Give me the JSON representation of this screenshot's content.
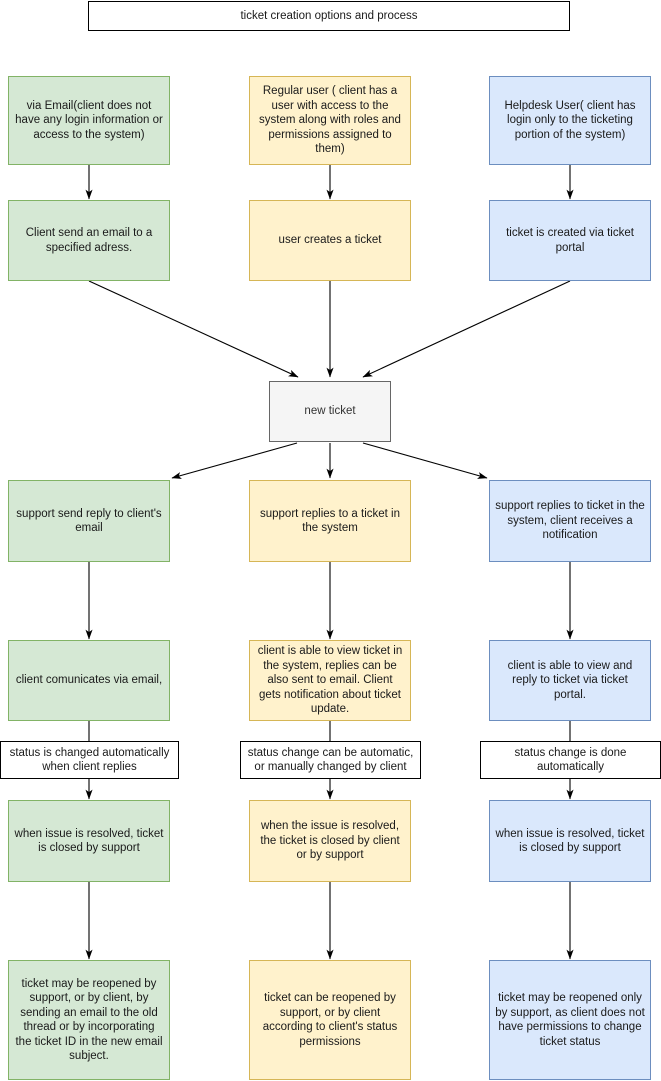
{
  "diagram": {
    "title_box": {
      "label": "ticket creation options and process",
      "style": "white"
    },
    "columns": [
      {
        "name": "email-column",
        "color_key": "green",
        "fill": "#d5e8d4",
        "stroke": "#82b366"
      },
      {
        "name": "regular-user-column",
        "color_key": "yellow",
        "fill": "#fff2cc",
        "stroke": "#d6b656"
      },
      {
        "name": "helpdesk-user-column",
        "color_key": "blue",
        "fill": "#dae8fc",
        "stroke": "#6c8ebf"
      }
    ],
    "center_node": {
      "label": "new ticket",
      "fill": "#f5f5f5",
      "stroke": "#666666"
    },
    "nodes": {
      "entry": {
        "email": "via Email(client does not have any login information or access to the system)",
        "regular": "Regular user ( client has a user with access to the system along with roles and permissions assigned to them)",
        "helpdesk": "Helpdesk User( client has login only to the ticketing portion of the system)"
      },
      "creation": {
        "email": "Client send an email to a specified adress.",
        "regular": "user creates a ticket",
        "helpdesk": "ticket is created via ticket portal"
      },
      "support_reply": {
        "email": "support send reply to client's email",
        "regular": "support replies to a ticket in the system",
        "helpdesk": "support replies to ticket in the system, client receives a notification"
      },
      "client_view": {
        "email": "client comunicates via email,",
        "regular": "client is able to view ticket in the system, replies can be also sent to email. Client gets notification about ticket update.",
        "helpdesk": "client is able to view and reply to ticket via ticket portal."
      },
      "status_change": {
        "email": "status is changed automatically when client replies",
        "regular": "status change can be automatic, or manually changed by client",
        "helpdesk": "status change is done automatically"
      },
      "resolution": {
        "email": "when issue is resolved, ticket is closed by support",
        "regular": "when the issue is resolved, the ticket is closed by client or by support",
        "helpdesk": "when issue is resolved, ticket is closed by support"
      },
      "reopen": {
        "email": "ticket may be reopened by support, or by client, by sending an email to the old thread or by incorporating the ticket ID in the new email subject.",
        "regular": "ticket can be reopened by support, or by client according to client's status permissions",
        "helpdesk": "ticket may be reopened only by support, as client does not have permissions to change ticket status"
      }
    }
  }
}
